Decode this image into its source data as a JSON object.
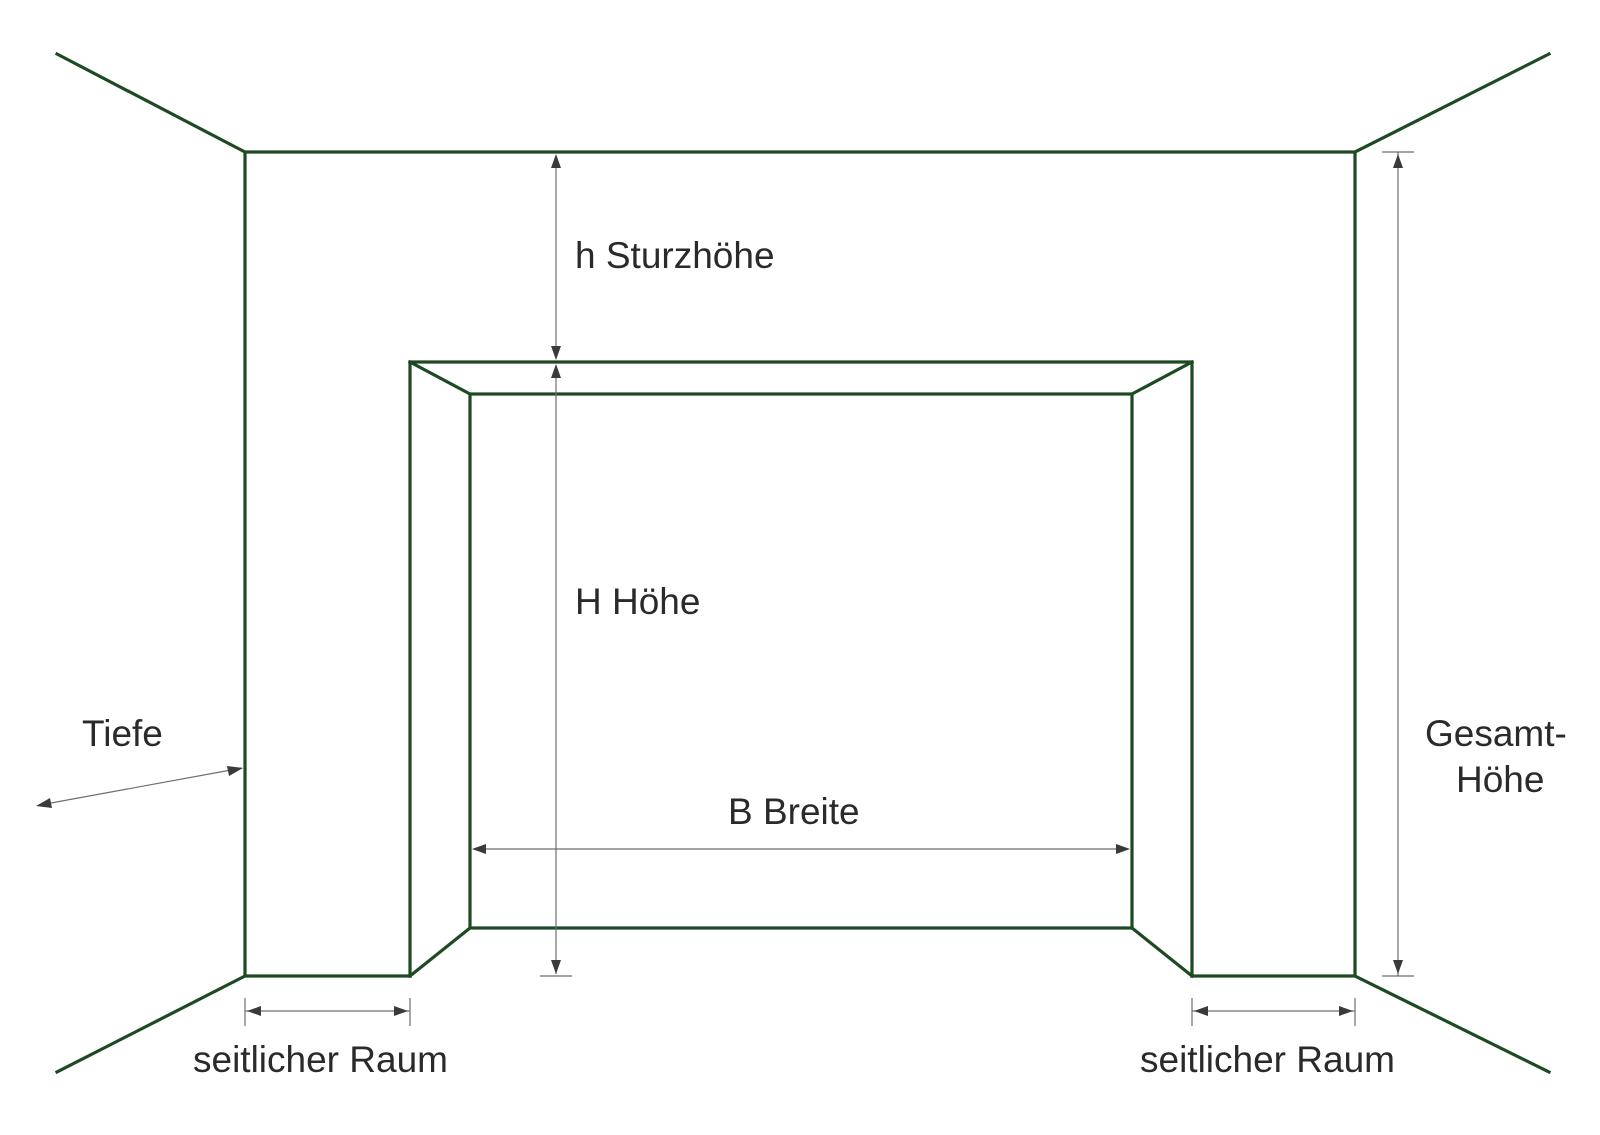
{
  "diagram": {
    "labels": {
      "sturzhoehe": "h Sturzhöhe",
      "hoehe": "H Höhe",
      "breite": "B Breite",
      "tiefe": "Tiefe",
      "gesamt_line1": "Gesamt-",
      "gesamt_line2": "Höhe",
      "seitlich_left": "seitlicher Raum",
      "seitlich_right": "seitlicher Raum"
    },
    "colors": {
      "wall": "#1d4a22",
      "dimension": "#6e6e6e",
      "text": "#2a2a2a",
      "background": "#ffffff"
    }
  }
}
